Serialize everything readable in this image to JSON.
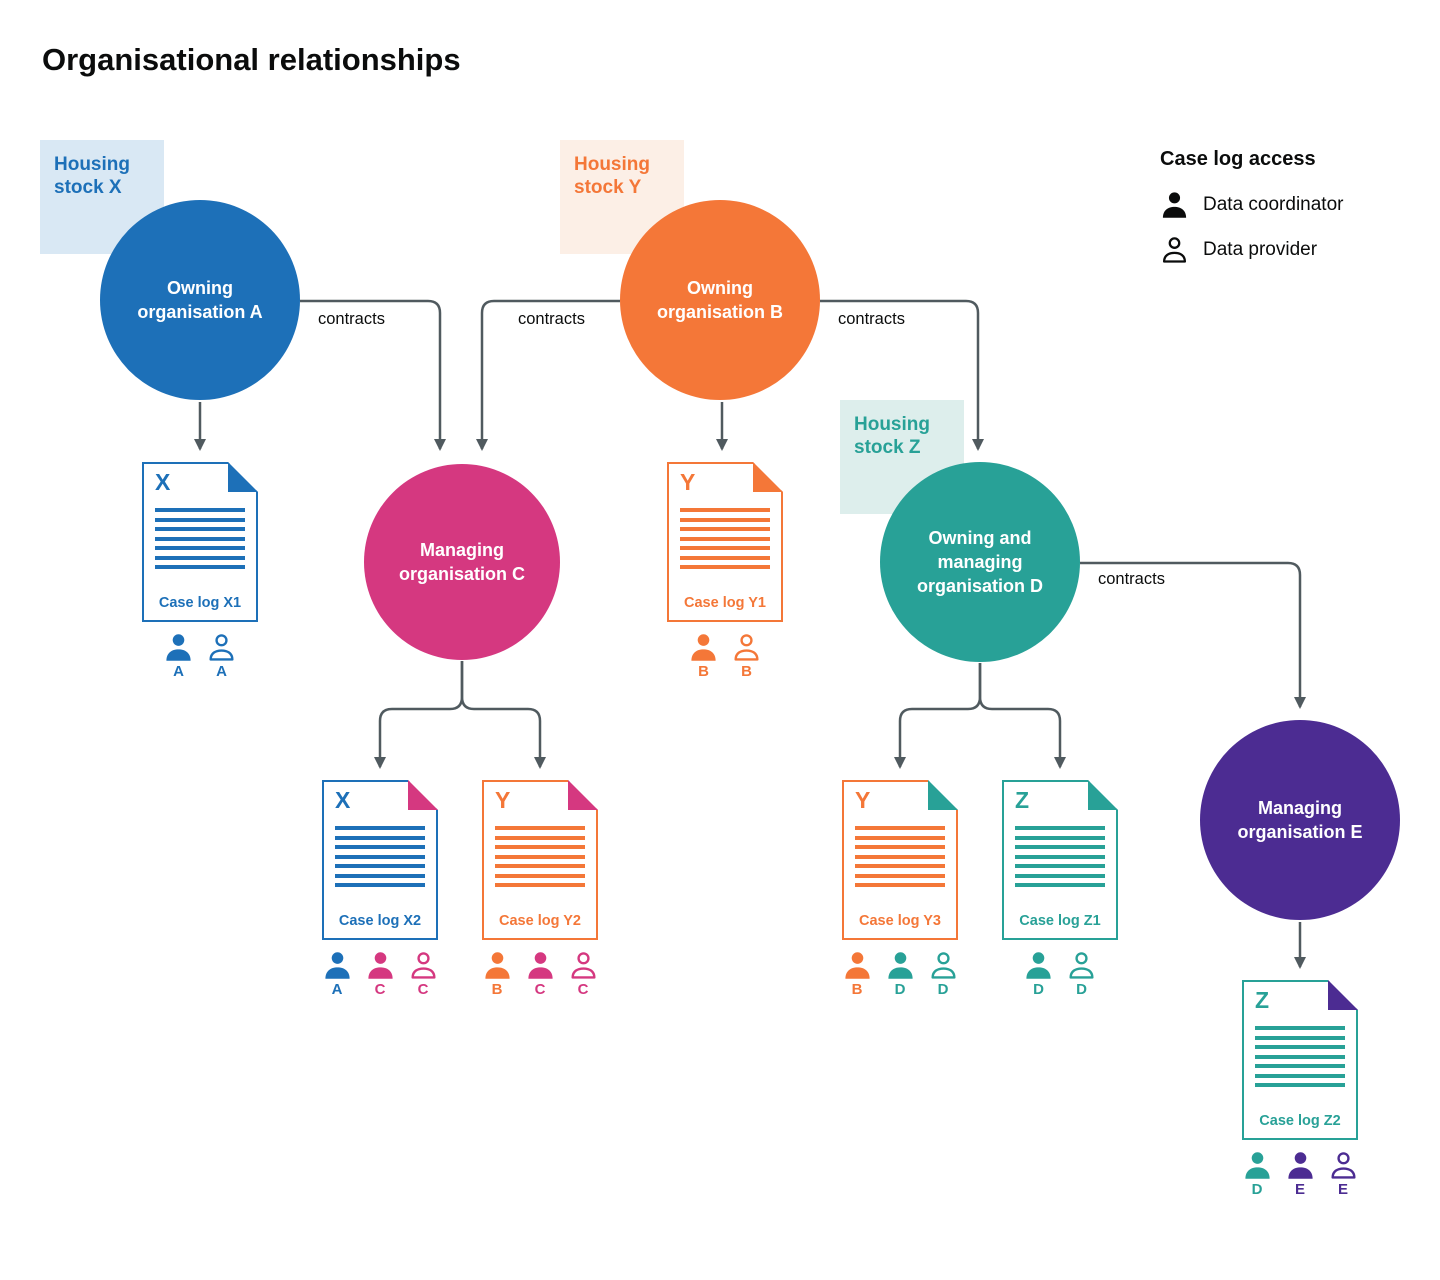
{
  "title": "Organisational relationships",
  "legend": {
    "title": "Case log access",
    "items": [
      {
        "icon": "data-coordinator-icon",
        "style": "filled",
        "label": "Data coordinator"
      },
      {
        "icon": "data-provider-icon",
        "style": "outline",
        "label": "Data provider"
      }
    ]
  },
  "colors": {
    "blue": "#1d70b8",
    "orange": "#f47738",
    "pink": "#d53880",
    "teal": "#28a197",
    "purple": "#4c2c92",
    "light_blue": "#d9e8f4",
    "light_orange": "#fcefe6",
    "light_teal": "#ddeeec",
    "connector_grey": "#505a5f",
    "text": "#0b0c0c"
  },
  "housing_stocks": [
    {
      "label": "Housing stock X",
      "color": "#1d70b8"
    },
    {
      "label": "Housing stock Y",
      "color": "#f47738"
    },
    {
      "label": "Housing stock Z",
      "color": "#28a197"
    }
  ],
  "organisations": [
    {
      "id": "A",
      "label": "Owning organisation A",
      "color": "#1d70b8"
    },
    {
      "id": "B",
      "label": "Owning organisation B",
      "color": "#f47738"
    },
    {
      "id": "C",
      "label": "Managing organisation C",
      "color": "#d53880"
    },
    {
      "id": "D",
      "label": "Owning and managing organisation D",
      "color": "#28a197"
    },
    {
      "id": "E",
      "label": "Managing organisation E",
      "color": "#4c2c92"
    }
  ],
  "connections": [
    {
      "from": "A",
      "to": "C",
      "label": "contracts"
    },
    {
      "from": "B",
      "to": "C",
      "label": "contracts"
    },
    {
      "from": "B",
      "to": "D",
      "label": "contracts"
    },
    {
      "from": "D",
      "to": "E",
      "label": "contracts"
    }
  ],
  "case_logs": [
    {
      "letter": "X",
      "caption": "Case log X1",
      "access": [
        {
          "letter": "A",
          "role": "coordinator"
        },
        {
          "letter": "A",
          "role": "provider"
        }
      ]
    },
    {
      "letter": "Y",
      "caption": "Case log Y1",
      "access": [
        {
          "letter": "B",
          "role": "coordinator"
        },
        {
          "letter": "B",
          "role": "provider"
        }
      ]
    },
    {
      "letter": "X",
      "caption": "Case log X2",
      "access": [
        {
          "letter": "A",
          "role": "coordinator"
        },
        {
          "letter": "C",
          "role": "coordinator"
        },
        {
          "letter": "C",
          "role": "provider"
        }
      ]
    },
    {
      "letter": "Y",
      "caption": "Case log Y2",
      "access": [
        {
          "letter": "B",
          "role": "coordinator"
        },
        {
          "letter": "C",
          "role": "coordinator"
        },
        {
          "letter": "C",
          "role": "provider"
        }
      ]
    },
    {
      "letter": "Y",
      "caption": "Case log Y3",
      "access": [
        {
          "letter": "B",
          "role": "coordinator"
        },
        {
          "letter": "D",
          "role": "coordinator"
        },
        {
          "letter": "D",
          "role": "provider"
        }
      ]
    },
    {
      "letter": "Z",
      "caption": "Case log Z1",
      "access": [
        {
          "letter": "D",
          "role": "coordinator"
        },
        {
          "letter": "D",
          "role": "provider"
        }
      ]
    },
    {
      "letter": "Z",
      "caption": "Case log Z2",
      "access": [
        {
          "letter": "D",
          "role": "coordinator"
        },
        {
          "letter": "E",
          "role": "coordinator"
        },
        {
          "letter": "E",
          "role": "provider"
        }
      ]
    }
  ]
}
